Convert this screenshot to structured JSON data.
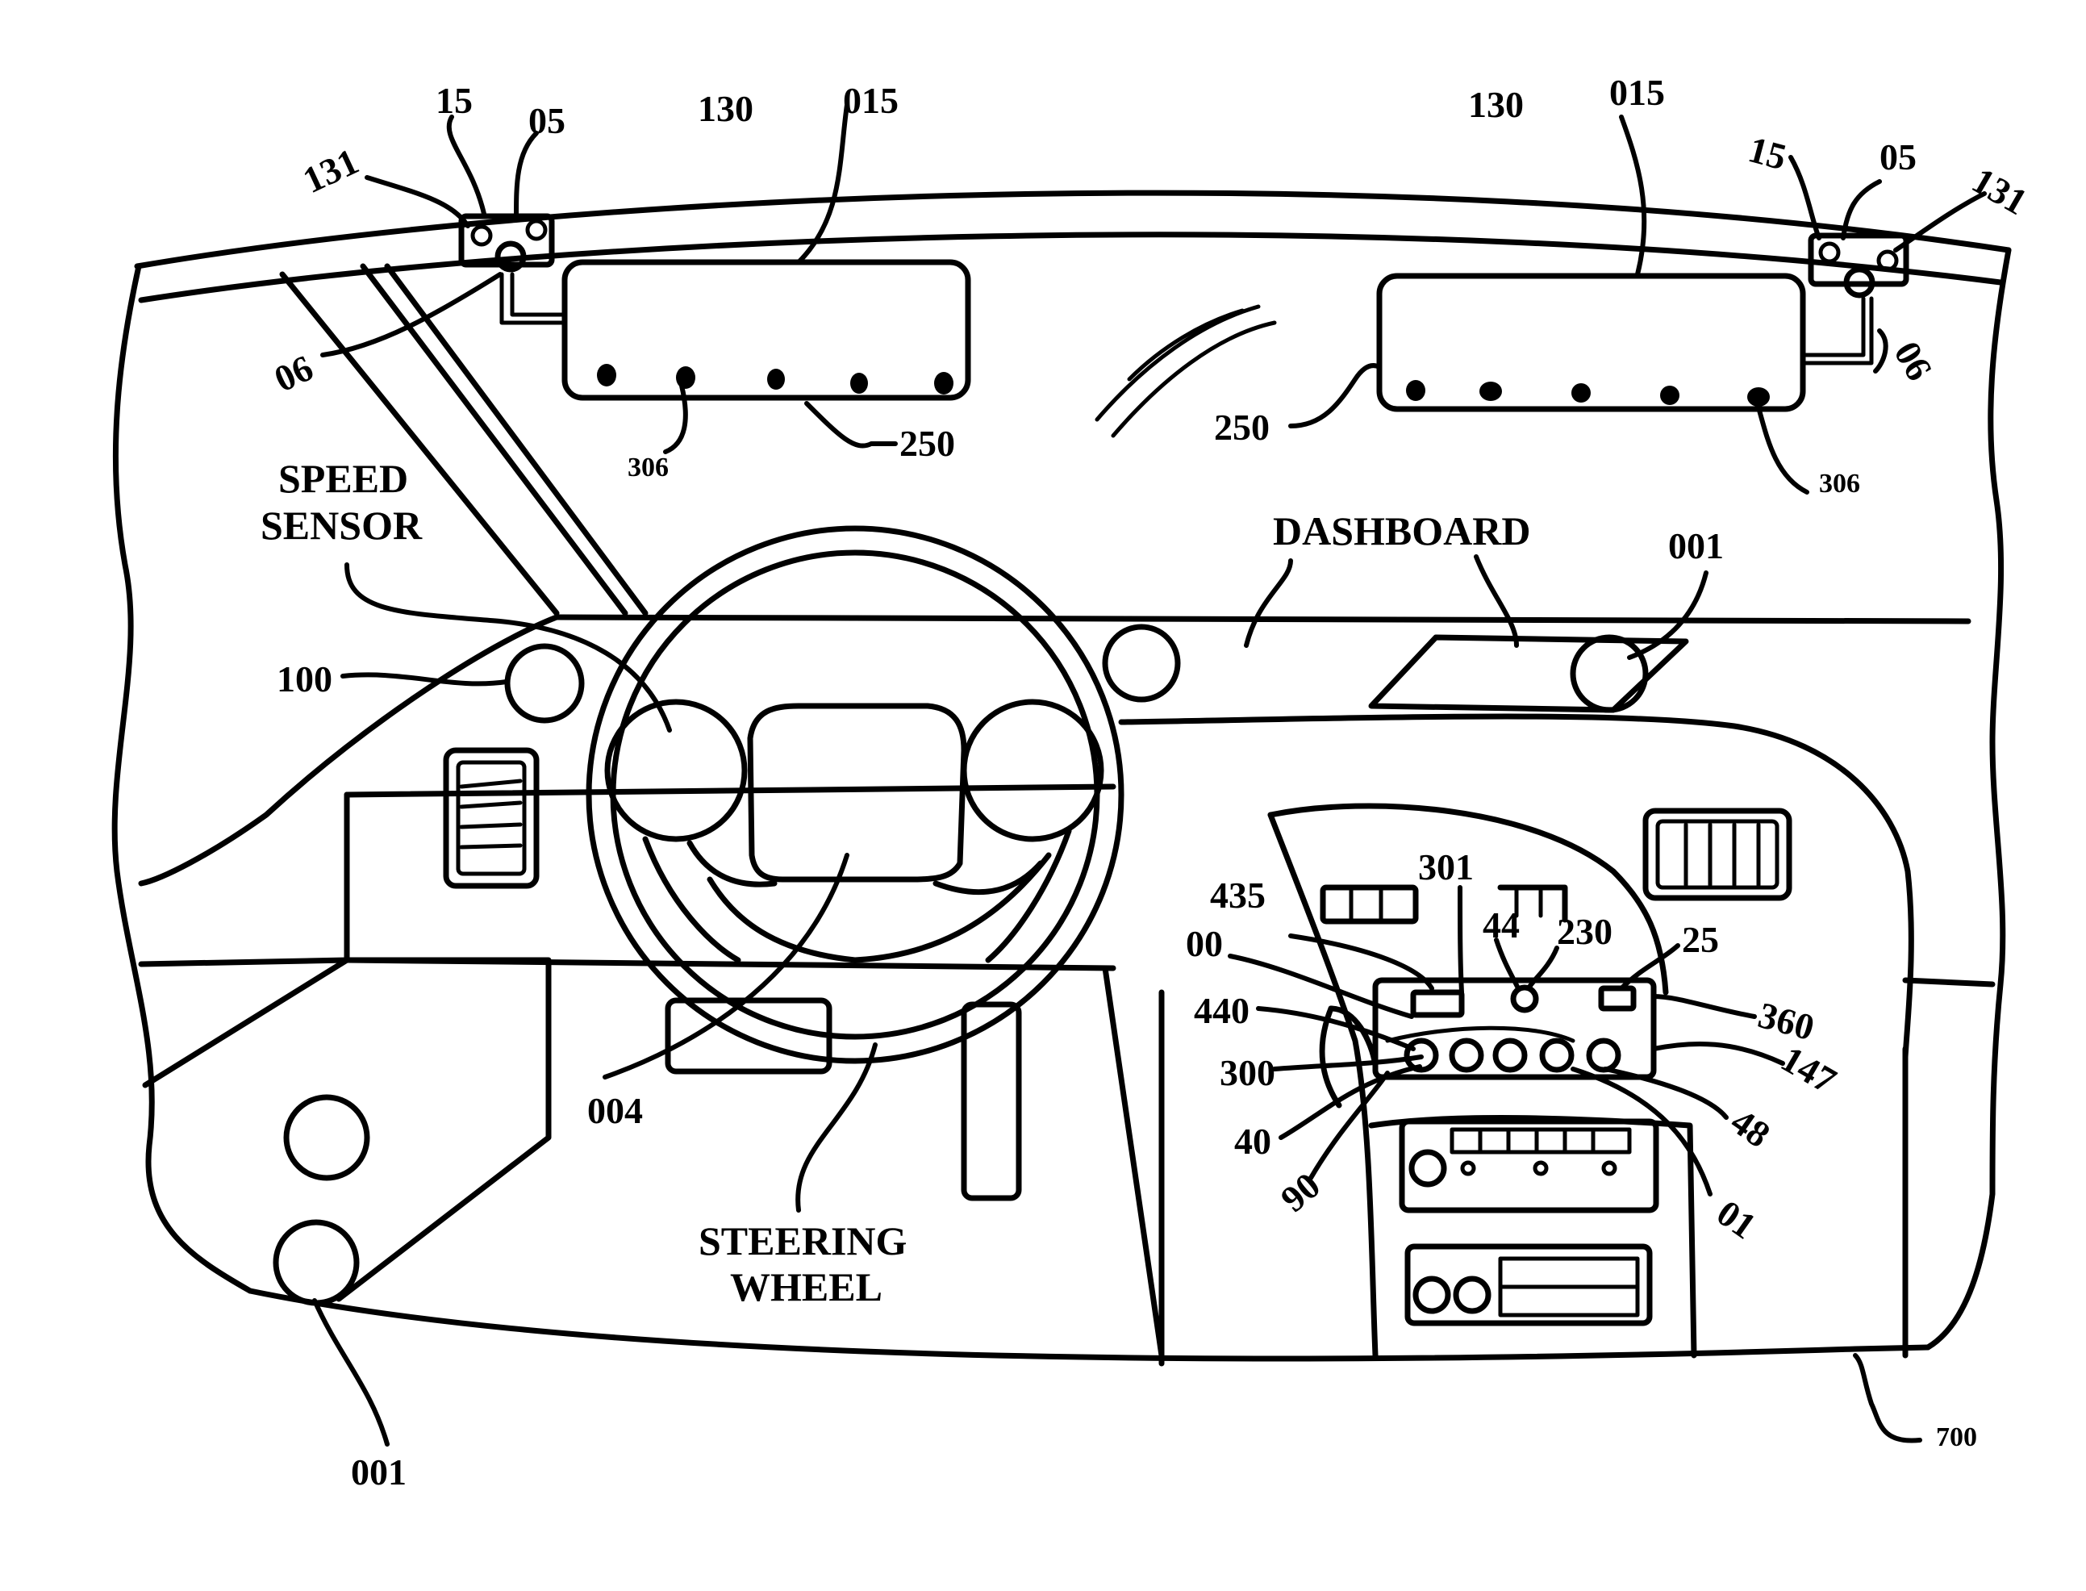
{
  "figure": {
    "text_labels": {
      "speed_sensor_line1": "SPEED",
      "speed_sensor_line2": "SENSOR",
      "dashboard": "DASHBOARD",
      "steering_line1": "STEERING",
      "steering_line2": "WHEEL"
    },
    "reference_numerals": {
      "n131_left": "131",
      "n15_left": "15",
      "n05_left": "05",
      "n130_left": "130",
      "n015_left": "015",
      "n06_left": "06",
      "n306_left": "306",
      "n250_left": "250",
      "n130_right": "130",
      "n015_right": "015",
      "n15_right": "15",
      "n05_right": "05",
      "n131_right": "131",
      "n06_right": "06",
      "n250_right": "250",
      "n306_right": "306",
      "n100": "100",
      "n001_dash": "001",
      "n004": "004",
      "n001_bottom": "001",
      "n435": "435",
      "n301": "301",
      "n00": "00",
      "n44": "44",
      "n230": "230",
      "n25": "25",
      "n440": "440",
      "n360": "360",
      "n300": "300",
      "n147": "147",
      "n40": "40",
      "n48": "48",
      "n90": "90",
      "n01": "01",
      "n700": "700"
    }
  }
}
